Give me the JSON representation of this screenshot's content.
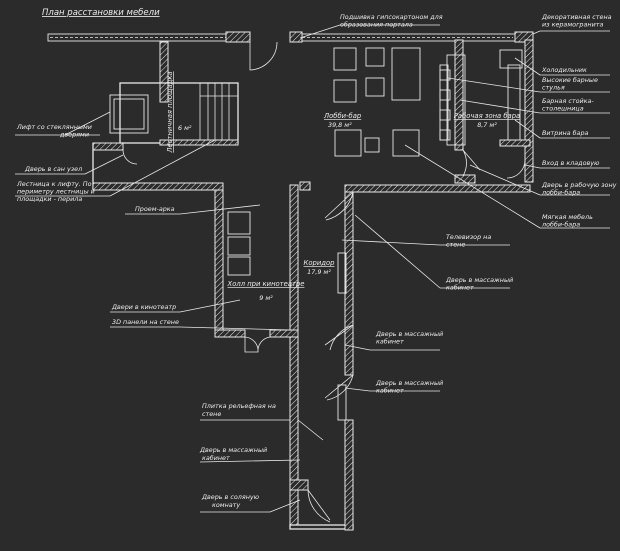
{
  "title": "План расстановки мебели",
  "rooms": [
    {
      "name": "Лестничная площадка",
      "area": "6 м²"
    },
    {
      "name": "Лобби-бар",
      "area": "39,8 м²"
    },
    {
      "name": "Рабочая зона бара",
      "area": "8,7 м²"
    },
    {
      "name": "Коридор",
      "area": "17,9 м²"
    },
    {
      "name": "Холл при кинотеатре",
      "area": "9 м²"
    }
  ],
  "labels": {
    "top_ceiling": [
      "Подшивка гипсокартоном для",
      "образования портала"
    ],
    "decor_wall": [
      "Декоративная стена",
      "из керамогранита"
    ],
    "fridge": "Холодильник",
    "stools": [
      "Высокие барные",
      "стулья"
    ],
    "bar_counter": [
      "Барная стойка-",
      "столешница"
    ],
    "showcase": "Витрина бара",
    "pantry": "Вход в кладовую",
    "bar_door": [
      "Дверь в рабочую зону",
      "лобби-бара"
    ],
    "soft_furniture": [
      "Мягкая мебель",
      "лобби-бара"
    ],
    "tv": [
      "Телевизор на",
      "стене"
    ],
    "massage_door_r1": [
      "Дверь в массажный",
      "кабинет"
    ],
    "massage_door_r2": [
      "Дверь в массажный",
      "кабинет"
    ],
    "massage_door_r3": [
      "Дверь в массажный",
      "кабинет"
    ],
    "lift": [
      "Лифт со стеклянными",
      "дверями"
    ],
    "wc_door": "Дверь в сан узел",
    "stairs": [
      "Лестница к лифту. По",
      "периметру лестницы и",
      "площадки - перила"
    ],
    "arch": "Проем-арка",
    "cinema_door": "Двери в кинотеатр",
    "panels_3d": "3D панели на стене",
    "relief_tile": [
      "Плитка рельефная на",
      "стене"
    ],
    "massage_door_l": [
      "Дверь в массажный",
      "кабинет"
    ],
    "salt_room_door": [
      "Дверь в соляную",
      "комнату"
    ]
  }
}
